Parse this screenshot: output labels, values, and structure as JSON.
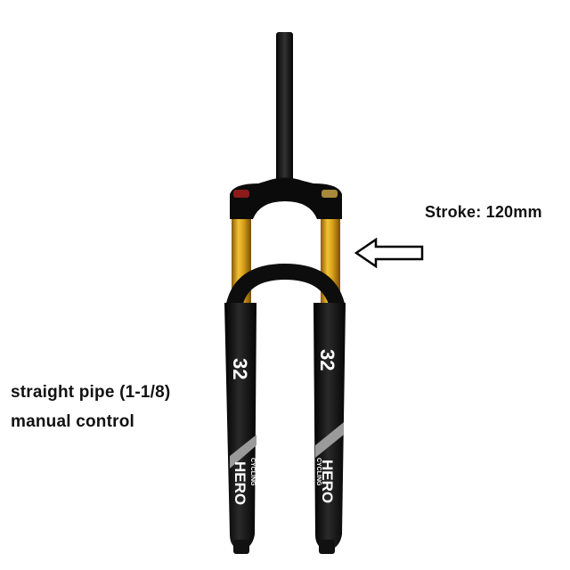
{
  "annotations": {
    "stroke": "Stroke: 120mm",
    "spec_line_1": "straight pipe (1-1/8)",
    "spec_line_2": "manual control"
  },
  "fork_markings": {
    "size_left": "32",
    "size_right": "32",
    "brand": "HERO",
    "sub_brand": "CYCLING"
  },
  "colors": {
    "stanchion_gold": "#d9a21a",
    "body_black": "#0d0d0d",
    "arrow_stroke": "#000000",
    "text": "#111111"
  },
  "icons": {
    "pointer": "left-arrow-outline-icon"
  }
}
